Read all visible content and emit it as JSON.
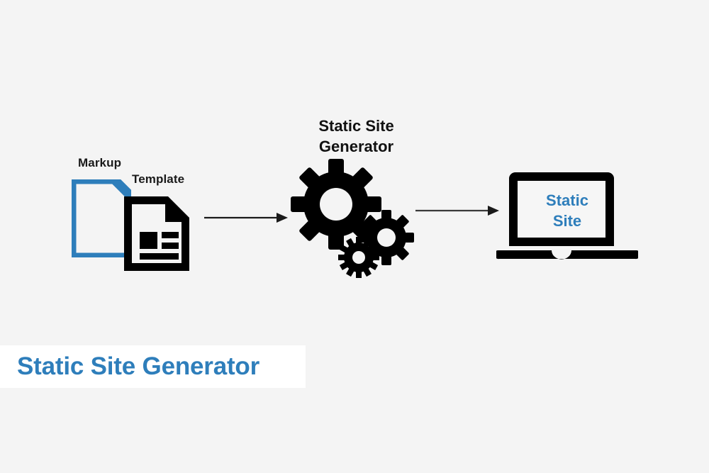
{
  "background_color": "#f4f4f4",
  "accent_color": "#2e7ebb",
  "ink_color": "#000000",
  "diagram": {
    "type": "flow",
    "title": "Static Site Generator",
    "inputs": {
      "markup": {
        "label": "Markup",
        "icon": "document-icon",
        "color": "#2e7ebb"
      },
      "template": {
        "label": "Template",
        "icon": "document-with-layout-icon",
        "color": "#000000"
      }
    },
    "process": {
      "title_line1": "Static Site",
      "title_line2": "Generator",
      "icon": "gears-icon",
      "gear_count": 3
    },
    "output": {
      "icon": "laptop-icon",
      "screen_line1": "Static",
      "screen_line2": "Site",
      "screen_text_color": "#2e7ebb"
    },
    "connectors": [
      {
        "name": "arrow-inputs-to-generator",
        "direction": "right"
      },
      {
        "name": "arrow-generator-to-output",
        "direction": "right"
      }
    ]
  },
  "caption": {
    "text": "Static Site Generator",
    "color": "#2e7ebb",
    "band_color": "#ffffff"
  }
}
